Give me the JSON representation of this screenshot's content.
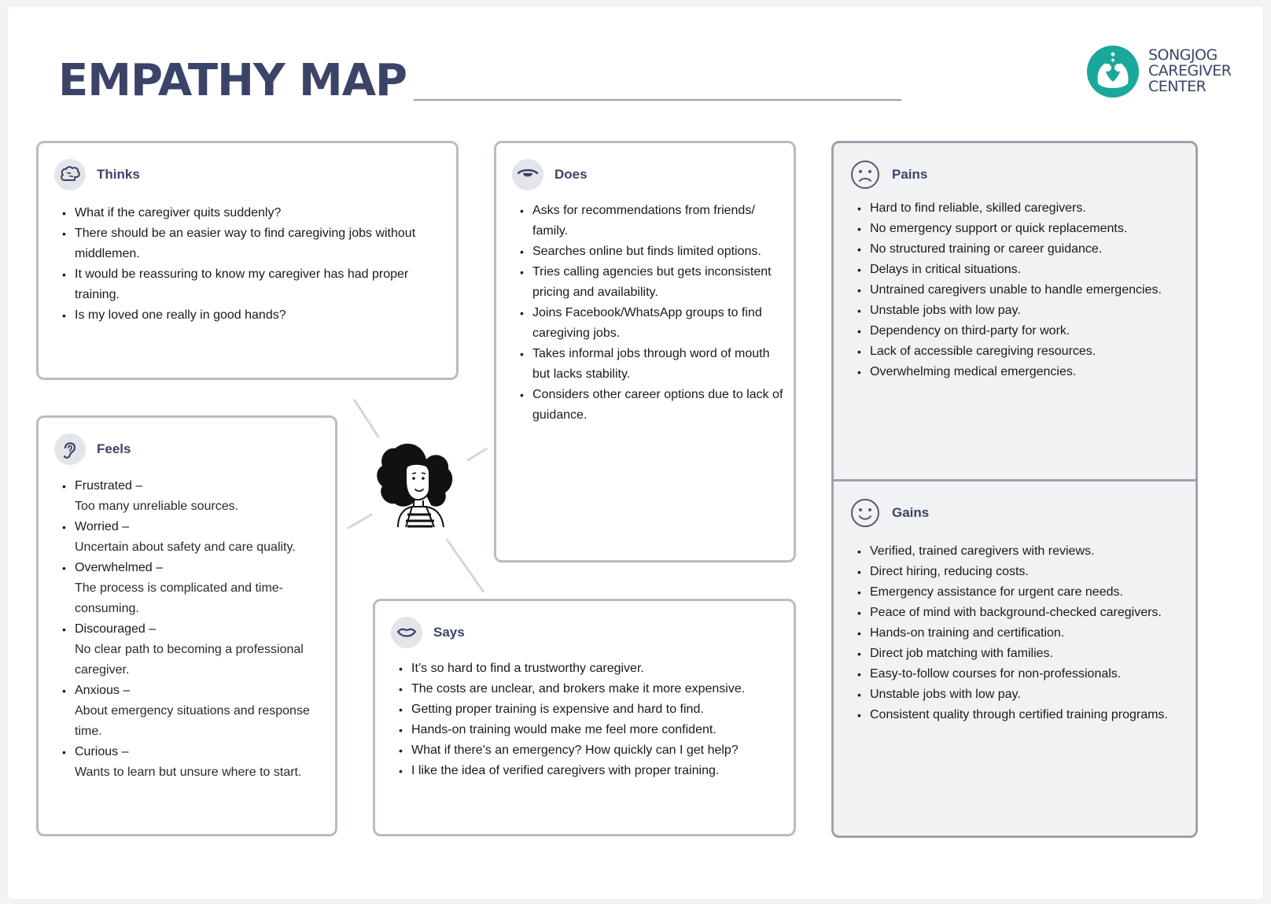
{
  "header": {
    "title": "EMPATHY MAP",
    "logo_lines": [
      "SONGJOG",
      "CAREGIVER",
      "CENTER"
    ]
  },
  "colors": {
    "title": "#3b4468",
    "accent": "#1aa89a",
    "border": "#b9bcc4"
  },
  "thinks": {
    "icon": "brain-icon",
    "title": "Thinks",
    "items": [
      "What if the caregiver quits suddenly?",
      "There should be an easier way to find caregiving jobs without middlemen.",
      "It would be reassuring to know my caregiver has had proper training.",
      "Is my loved one really in good hands?"
    ]
  },
  "does": {
    "icon": "eye-icon",
    "title": "Does",
    "items": [
      "Asks for recommendations from friends/ family.",
      "Searches online but finds limited options.",
      "Tries calling agencies but gets inconsistent pricing and availability.",
      "Joins Facebook/WhatsApp groups to find caregiving jobs.",
      "Takes informal jobs through word of mouth but lacks stability.",
      "Considers other career options due to lack of guidance."
    ]
  },
  "pains": {
    "icon": "sad-face-icon",
    "title": "Pains",
    "items": [
      "Hard to find reliable, skilled caregivers.",
      "No emergency support or quick replacements.",
      "No structured training or career guidance.",
      "Delays in critical situations.",
      "Untrained caregivers unable to handle emergencies.",
      "Unstable jobs with low pay.",
      "Dependency on third-party for work.",
      "Lack of accessible caregiving resources.",
      "Overwhelming medical emergencies."
    ]
  },
  "gains": {
    "icon": "happy-face-icon",
    "title": "Gains",
    "items": [
      "Verified, trained caregivers with reviews.",
      "Direct hiring, reducing costs.",
      "Emergency assistance for urgent care needs.",
      "Peace of mind with background-checked caregivers.",
      "Hands-on training and certification.",
      "Direct job matching with families.",
      "Easy-to-follow courses for non-professionals.",
      "Unstable jobs with low pay.",
      "Consistent quality through certified training programs."
    ]
  },
  "feels": {
    "icon": "ear-icon",
    "title": "Feels",
    "items": [
      {
        "term": "Frustrated –",
        "desc": "Too many unreliable sources."
      },
      {
        "term": "Worried –",
        "desc": "Uncertain about safety and care quality."
      },
      {
        "term": "Overwhelmed –",
        "desc": "The process is complicated and time-consuming."
      },
      {
        "term": "Discouraged –",
        "desc": "No clear path to becoming a professional caregiver."
      },
      {
        "term": "Anxious –",
        "desc": "About emergency situations and response time."
      },
      {
        "term": "Curious –",
        "desc": "Wants to learn but unsure where to start."
      }
    ]
  },
  "says": {
    "icon": "mouth-icon",
    "title": "Says",
    "items": [
      "It’s so hard to find a trustworthy caregiver.",
      "The costs are unclear, and brokers make it more expensive.",
      "Getting proper training is expensive and hard to find.",
      "Hands-on training would make me feel more confident.",
      "What if there's an emergency? How quickly can I get help?",
      "I like the idea of verified caregivers with proper training."
    ]
  },
  "persona": {
    "icon": "persona-avatar-icon"
  }
}
